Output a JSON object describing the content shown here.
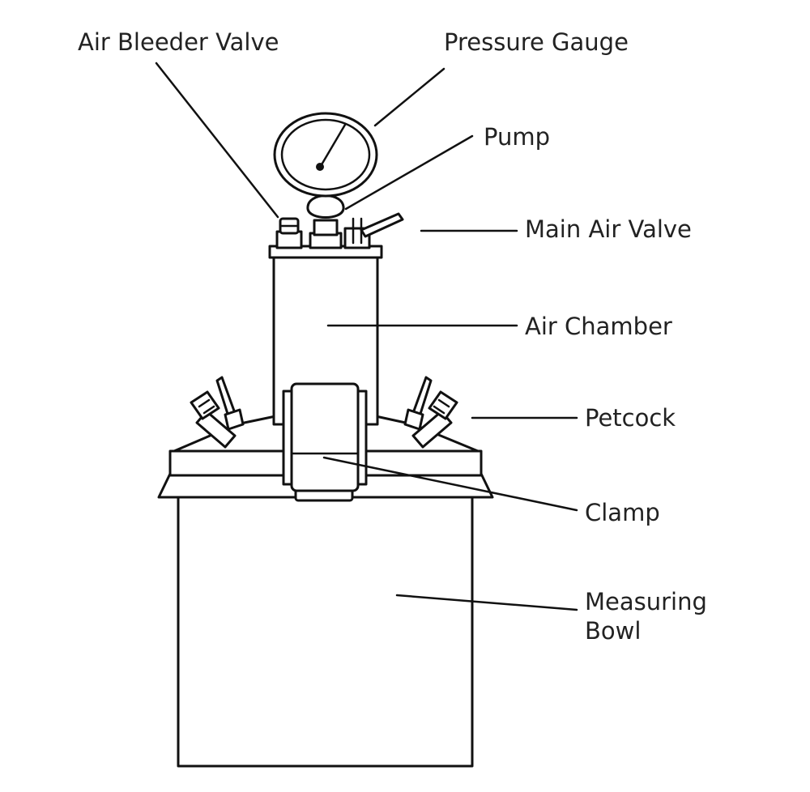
{
  "labels": {
    "air_bleeder_valve": "Air Bleeder Valve",
    "pressure_gauge": "Pressure Gauge",
    "pump": "Pump",
    "main_air_valve": "Main Air Valve",
    "air_chamber": "Air Chamber",
    "petcock": "Petcock",
    "clamp": "Clamp",
    "measuring_bowl_line1": "Measuring",
    "measuring_bowl_line2": "Bowl"
  },
  "colors": {
    "line": "#111111",
    "text": "#222222",
    "background": "#ffffff"
  }
}
